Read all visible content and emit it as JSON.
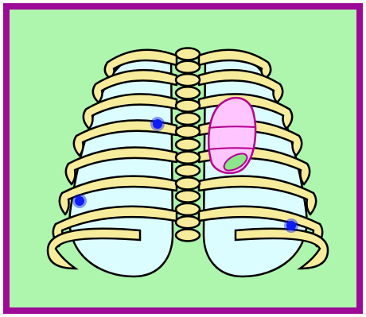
{
  "colors": {
    "frame": "#9c0a97",
    "background": "#aef5ad",
    "lung_fill": "#dcfdff",
    "rib_fill": "#f7ec9b",
    "vertebra_fill": "#f7ec9b",
    "outline": "#000000",
    "heart_fill": "#ffc5ff",
    "heart_outline": "#b3008f",
    "heart_spot": "#8be58a",
    "lesion": "#0e1cf5"
  },
  "icons": {
    "illustration": "chest-xray-ribcage",
    "lesions": [
      "lesion-dot",
      "lesion-dot",
      "lesion-dot"
    ]
  },
  "lesion_count": 3
}
